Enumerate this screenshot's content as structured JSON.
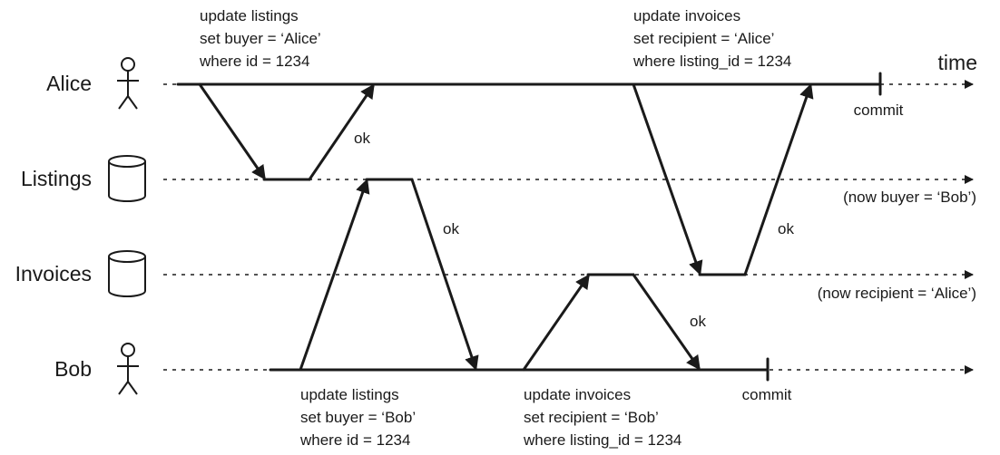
{
  "lanes": {
    "alice": "Alice",
    "listings": "Listings",
    "invoices": "Invoices",
    "bob": "Bob"
  },
  "time_label": "time",
  "notes": {
    "alice_update_listings": [
      "update listings",
      "set buyer = ‘Alice’",
      "where id = 1234"
    ],
    "alice_update_invoices": [
      "update invoices",
      "set recipient = ‘Alice’",
      "where listing_id = 1234"
    ],
    "bob_update_listings": [
      "update listings",
      "set buyer = ‘Bob’",
      "where id = 1234"
    ],
    "bob_update_invoices": [
      "update invoices",
      "set recipient = ‘Bob’",
      "where listing_id = 1234"
    ]
  },
  "acks": {
    "alice_listings": "ok",
    "bob_listings": "ok",
    "bob_invoices": "ok",
    "alice_invoices": "ok"
  },
  "commits": {
    "alice": "commit",
    "bob": "commit"
  },
  "final_state": {
    "listings": "(now buyer = ‘Bob’)",
    "invoices": "(now recipient = ‘Alice’)"
  },
  "icons": {
    "alice": "person-icon",
    "listings": "database-cylinder-icon",
    "invoices": "database-cylinder-icon",
    "bob": "person-icon"
  }
}
